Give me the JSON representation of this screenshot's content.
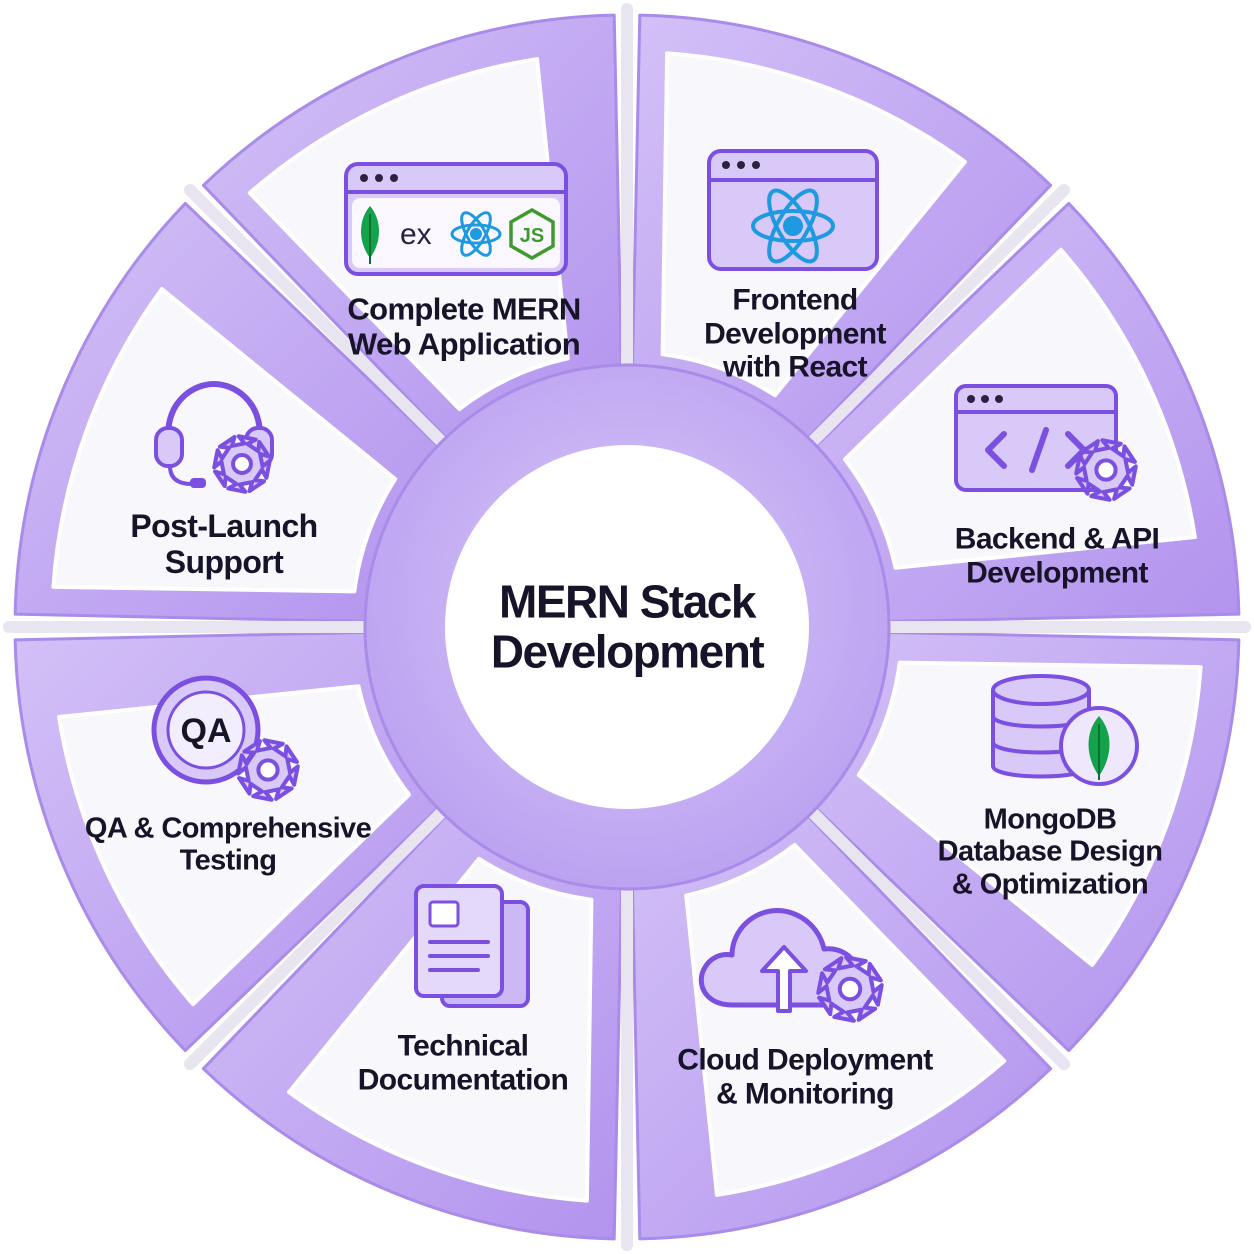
{
  "center": {
    "title_line1": "MERN Stack",
    "title_line2": "Development"
  },
  "segments": [
    {
      "id": "complete",
      "line1": "Complete MERN",
      "line2": "Web Application",
      "line3": "",
      "icon": "browser-window-with-mern-logos-icon"
    },
    {
      "id": "frontend",
      "line1": "Frontend",
      "line2": "Development",
      "line3": "with React",
      "icon": "browser-window-with-react-icon"
    },
    {
      "id": "backend",
      "line1": "Backend & API",
      "line2": "Development",
      "line3": "",
      "icon": "browser-window-with-code-and-gear-icon"
    },
    {
      "id": "mongodb",
      "line1": "MongoDB",
      "line2": "Database Design",
      "line3": "& Optimization",
      "icon": "database-with-mongodb-leaf-icon"
    },
    {
      "id": "cloud",
      "line1": "Cloud Deployment",
      "line2": "& Monitoring",
      "line3": "",
      "icon": "cloud-upload-with-gear-icon"
    },
    {
      "id": "docs",
      "line1": "Technical",
      "line2": "Documentation",
      "line3": "",
      "icon": "stacked-documents-icon"
    },
    {
      "id": "qa",
      "line1": "QA & Comprehensive",
      "line2": "Testing",
      "line3": "",
      "icon": "qa-badge-with-gear-icon"
    },
    {
      "id": "support",
      "line1": "Post-Launch",
      "line2": "Support",
      "line3": "",
      "icon": "headset-with-gear-icon"
    }
  ],
  "logos": {
    "express_text": "ex",
    "node_text": "JS",
    "qa_text": "QA"
  },
  "colors": {
    "accent": "#7b4fe0",
    "accent_soft": "#c9b3f5",
    "petal_fill": "#c7b2f3",
    "hub_fill": "#c6b0f2",
    "card_fill": "#f8f7fb",
    "text": "#17142a",
    "react_blue": "#1f9ae0",
    "mongo_green": "#13a34a",
    "node_green": "#3f9a2e"
  }
}
